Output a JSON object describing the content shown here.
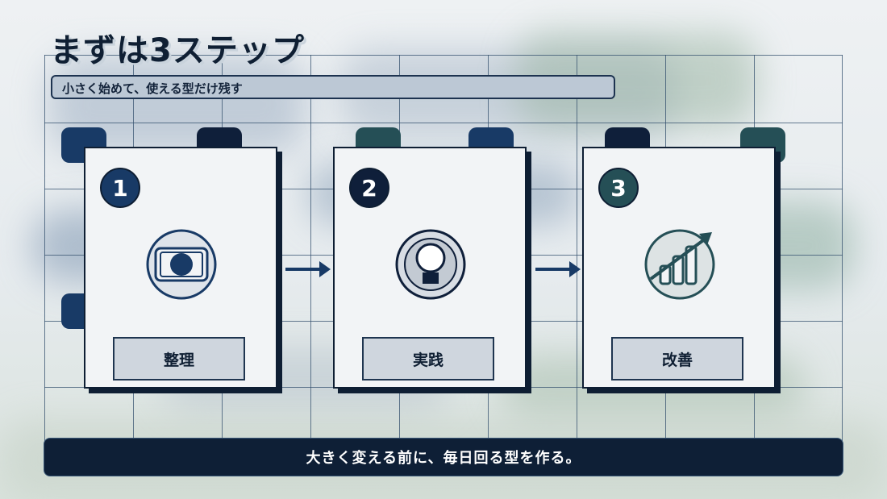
{
  "header": {
    "title": "まずは3ステップ",
    "subtitle": "小さく始めて、使える型だけ残す"
  },
  "steps": [
    {
      "number": "1",
      "label": "整理",
      "icon": "monitor-document-icon",
      "accent": "#183a66"
    },
    {
      "number": "2",
      "label": "実践",
      "icon": "lightbulb-icon",
      "accent": "#0f1f3a"
    },
    {
      "number": "3",
      "label": "改善",
      "icon": "growth-chart-icon",
      "accent": "#254f56"
    }
  ],
  "footer": {
    "message": "大きく変える前に、毎日回る型を作る。"
  },
  "colors": {
    "navy": "#0e1e33",
    "blue": "#183a66",
    "teal": "#254f56",
    "card": "#f2f4f6"
  }
}
